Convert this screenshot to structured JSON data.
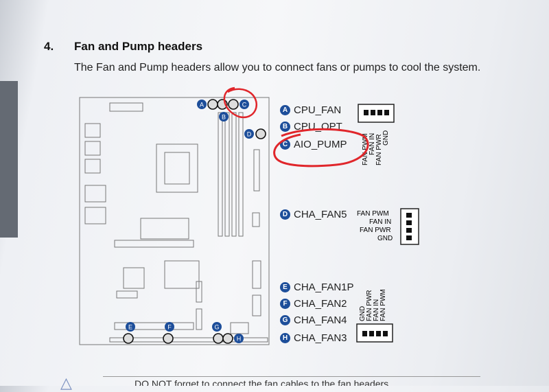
{
  "section": {
    "number": "4.",
    "title": "Fan and Pump headers",
    "description": "The Fan and Pump headers allow you to connect fans or pumps to cool the system."
  },
  "headers": [
    {
      "badge": "A",
      "name": "CPU_FAN"
    },
    {
      "badge": "B",
      "name": "CPU_OPT"
    },
    {
      "badge": "C",
      "name": "AIO_PUMP"
    },
    {
      "badge": "D",
      "name": "CHA_FAN5"
    },
    {
      "badge": "E",
      "name": "CHA_FAN1P"
    },
    {
      "badge": "F",
      "name": "CHA_FAN2"
    },
    {
      "badge": "G",
      "name": "CHA_FAN4"
    },
    {
      "badge": "H",
      "name": "CHA_FAN3"
    }
  ],
  "pinouts": {
    "top": [
      "FAN PWM",
      "FAN IN",
      "FAN PWR",
      "GND"
    ],
    "middle": [
      "FAN PWM",
      "FAN IN",
      "FAN PWR",
      "GND"
    ],
    "bottom": [
      "GND",
      "FAN PWR",
      "FAN IN",
      "FAN PWM"
    ]
  },
  "board_badges": {
    "a": "A",
    "b": "B",
    "c": "C",
    "d": "D",
    "e": "E",
    "f": "F",
    "g": "G",
    "h": "H"
  },
  "footer": {
    "note": "DO NOT forget to connect the fan cables to the fan headers."
  },
  "colors": {
    "badge": "#1d4e9a",
    "annotation": "#e0262b",
    "sidebar": "#646a73"
  }
}
